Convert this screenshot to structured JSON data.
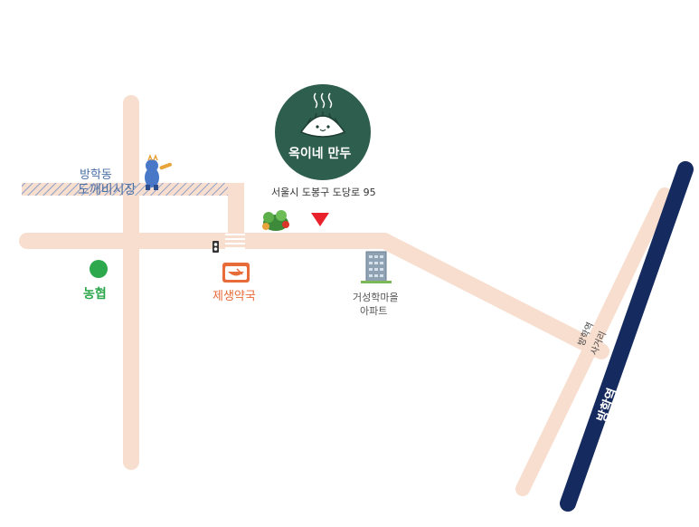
{
  "map": {
    "store": {
      "name": "옥이네 만두",
      "address": "서울시 도봉구 도당로 95",
      "logo_color": "#2e5e4e"
    },
    "landmarks": {
      "market_line1": "방학동",
      "market_line2": "도깨비시장",
      "nonghyup": "농협",
      "pharmacy": "제생약국",
      "apartment_line1": "거성학마을",
      "apartment_line2": "아파트",
      "junction_line1": "방학역",
      "junction_line2": "사거리",
      "station": "방학역"
    },
    "colors": {
      "road": "#f8dece",
      "rail": "#152a5e",
      "marker": "#e8212a",
      "nonghyup": "#2ea84d",
      "pharmacy": "#e86b3a"
    },
    "icons": [
      "steam-icon",
      "dumpling-icon",
      "goblin-mascot-icon",
      "vegetables-icon",
      "location-marker-icon",
      "traffic-light-icon",
      "pharmacy-icon",
      "apartment-building-icon",
      "nonghyup-dot-icon",
      "crosswalk-icon"
    ]
  }
}
